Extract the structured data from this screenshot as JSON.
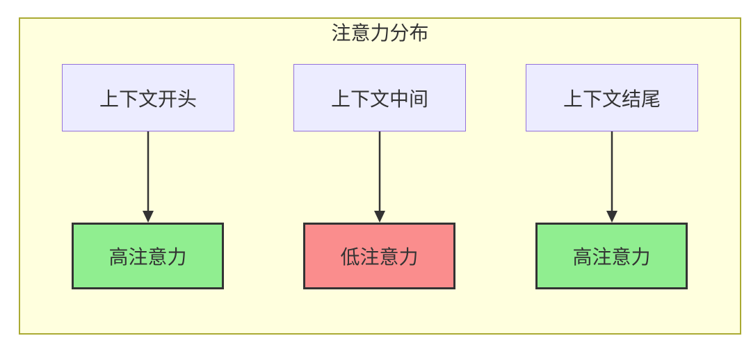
{
  "diagram": {
    "type": "flowchart",
    "title": "注意力分布",
    "columns": [
      {
        "source": "上下文开头",
        "target": "高注意力",
        "attention": "high"
      },
      {
        "source": "上下文中间",
        "target": "低注意力",
        "attention": "low"
      },
      {
        "source": "上下文结尾",
        "target": "高注意力",
        "attention": "high"
      }
    ],
    "colors": {
      "page_background": "#ffffff",
      "subgraph_fill": "#ffffde",
      "subgraph_border": "#aaaa33",
      "context_node_fill": "#ececff",
      "context_node_border": "#9370db",
      "high_attention_fill": "#90ee90",
      "low_attention_fill": "#fa8d8d",
      "attention_node_border": "#333333",
      "edge_color": "#333333",
      "text_color": "#333333"
    }
  }
}
